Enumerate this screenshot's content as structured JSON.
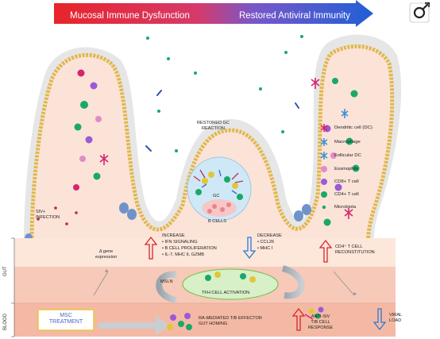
{
  "banner": {
    "left": "Mucosal Immune Dysfunction",
    "right": "Restored Antiviral Immunity",
    "colors": {
      "left": "#e8242a",
      "right": "#1f5fd6"
    }
  },
  "corner_icon": "male-symbol-icon",
  "labels": {
    "siv_infection": "SIV+\nINFECTION",
    "gene_expression": "Δ gene\nexpression",
    "restored_gc": "RESTORED GC\nREACTION",
    "gc": "GC",
    "b_cells": "B CELLS",
    "increase_title": "INCREASE",
    "increase_items": [
      "IFN SIGNALING",
      "B CELL PROLIFERATION",
      "IL-7, MHC II, GZMB"
    ],
    "decrease_title": "DECREASE",
    "decrease_items": [
      "CCL26",
      "MHC I"
    ],
    "cd4_reconstitution": "CD4⁺ T CELL\nRECONSTITUTION",
    "msln": "MSLN",
    "tfh_activation": "TFH CELL ACTIVATION",
    "msc_treatment": "MSC\nTREATMENT",
    "ra_mediated": "RA-MEDIATED T/B EFFECTOR\nGUT HOMING",
    "anti_siv": "ANTI-SIV\nT/B CELL\nRESPONSE",
    "viral_load": "VIRAL\nLOAD",
    "gut": "GUT",
    "blood": "BLOOD"
  },
  "legend": [
    {
      "label": "Dendritic cell (DC)",
      "icon": "dendritic-cell-icon",
      "color": "#d6246e"
    },
    {
      "label": "Macrophage",
      "icon": "macrophage-icon",
      "color": "#3b8fd6"
    },
    {
      "label": "Follicular DC",
      "icon": "follicular-dc-icon",
      "color": "#3b8fd6"
    },
    {
      "label": "Eosinophils",
      "icon": "eosinophil-icon",
      "color": "#e08cc8"
    },
    {
      "label": "CD8+ T cell",
      "icon": "cd8-t-cell-icon",
      "color": "#9a5ad6"
    },
    {
      "label": "CD4+ T cell",
      "icon": "cd4-t-cell-icon",
      "color": "#1aa86a"
    },
    {
      "label": "Microbiota",
      "icon": "microbiota-icon",
      "color": "#1aa86a"
    }
  ]
}
